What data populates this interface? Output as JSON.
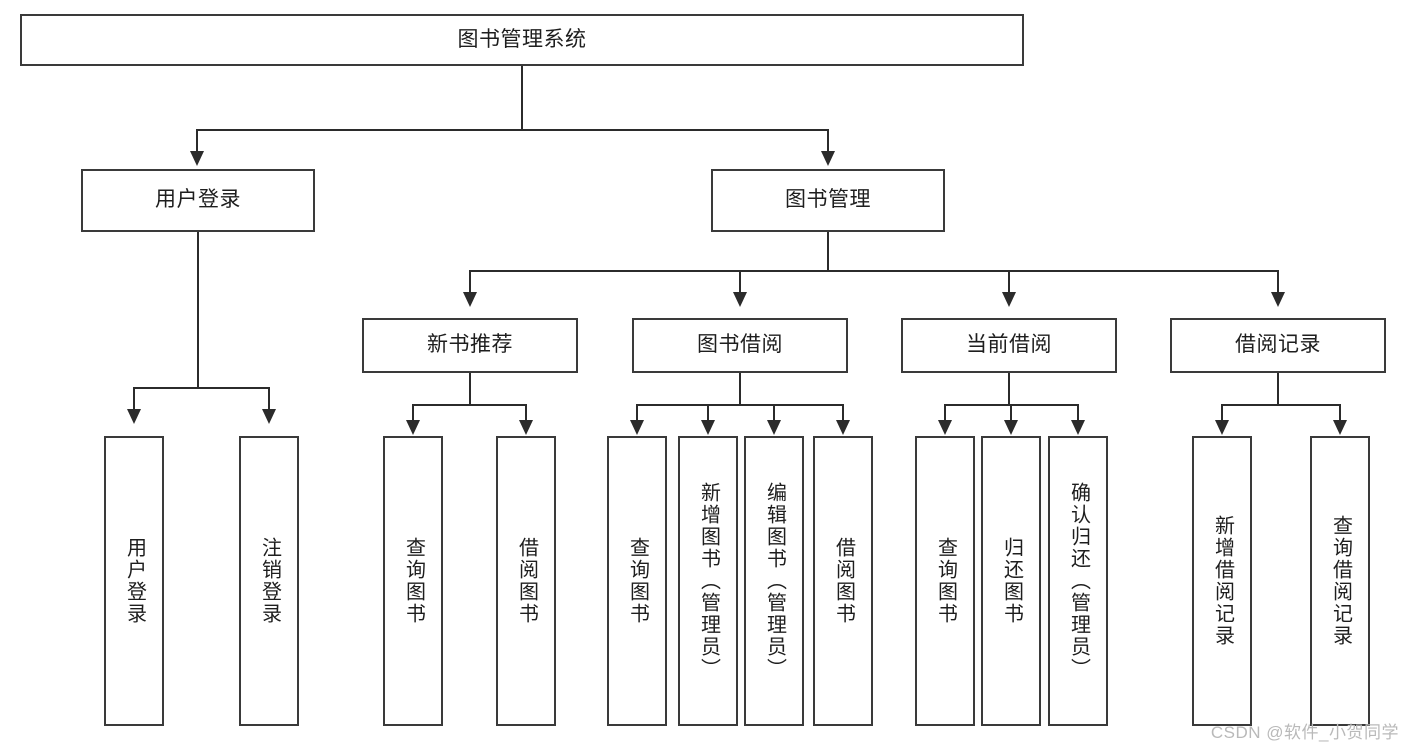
{
  "diagram": {
    "title": "图书管理系统",
    "watermark": "CSDN @软件_小贺同学",
    "levels": {
      "root": "图书管理系统",
      "level2": [
        "用户登录",
        "图书管理"
      ],
      "level3": [
        "新书推荐",
        "图书借阅",
        "当前借阅",
        "借阅记录"
      ]
    }
  },
  "nodes": {
    "root": {
      "label": "图书管理系统"
    },
    "user_login": {
      "label": "用户登录"
    },
    "book_manage": {
      "label": "图书管理"
    },
    "new_book_rec": {
      "label": "新书推荐"
    },
    "book_borrow": {
      "label": "图书借阅"
    },
    "current_borrow": {
      "label": "当前借阅"
    },
    "borrow_record": {
      "label": "借阅记录"
    },
    "leaf_user_login": {
      "label": "用户登录"
    },
    "leaf_user_logout": {
      "label": "注销登录"
    },
    "leaf_rec_query": {
      "label": "查询图书"
    },
    "leaf_rec_borrow": {
      "label": "借阅图书"
    },
    "leaf_borrow_query": {
      "label": "查询图书"
    },
    "leaf_borrow_add": {
      "label": "新增图书（管理员）"
    },
    "leaf_borrow_edit": {
      "label": "编辑图书（管理员）"
    },
    "leaf_borrow_take": {
      "label": "借阅图书"
    },
    "leaf_cur_query": {
      "label": "查询图书"
    },
    "leaf_cur_return": {
      "label": "归还图书"
    },
    "leaf_cur_confirm": {
      "label": "确认归还（管理员）"
    },
    "leaf_rec_add": {
      "label": "新增借阅记录"
    },
    "leaf_rec_search": {
      "label": "查询借阅记录"
    }
  },
  "colors": {
    "background": "#ffffff",
    "box_border": "#3a3a3a",
    "connector": "#2b2b2b",
    "text": "#1e1e1e",
    "watermark": "#b9b9b9"
  }
}
